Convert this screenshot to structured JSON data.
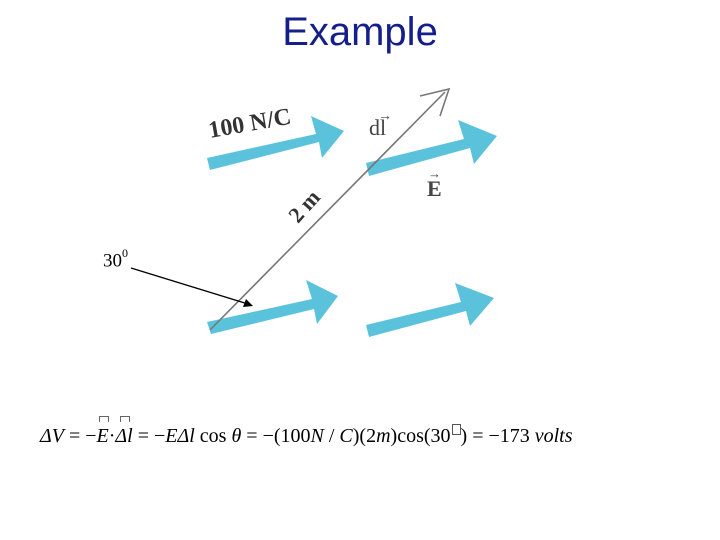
{
  "slide": {
    "title": "Example"
  },
  "diagram": {
    "field_label": "100 N/C",
    "displacement_label": "2 m",
    "dl_label": "dl",
    "e_label": "E",
    "angle_label_value": "30",
    "angle_label_sup": "0",
    "field_arrow_color": "#5bc2dc",
    "dl_arrow_color": "#777777"
  },
  "equation": {
    "dV": "ΔV",
    "eq1": " = −",
    "E": "E",
    "dot": "·",
    "dl": "Δl",
    "eq2": " = −",
    "EDl": "EΔl",
    "cos1": " cos ",
    "theta": "θ",
    "eq3": " = −(100",
    "N": "N",
    "slash": " / ",
    "C": "C",
    "mid": ")(2",
    "m": "m",
    "cos2": ")cos(30",
    "tail": ") = −173 ",
    "volts": "volts"
  }
}
